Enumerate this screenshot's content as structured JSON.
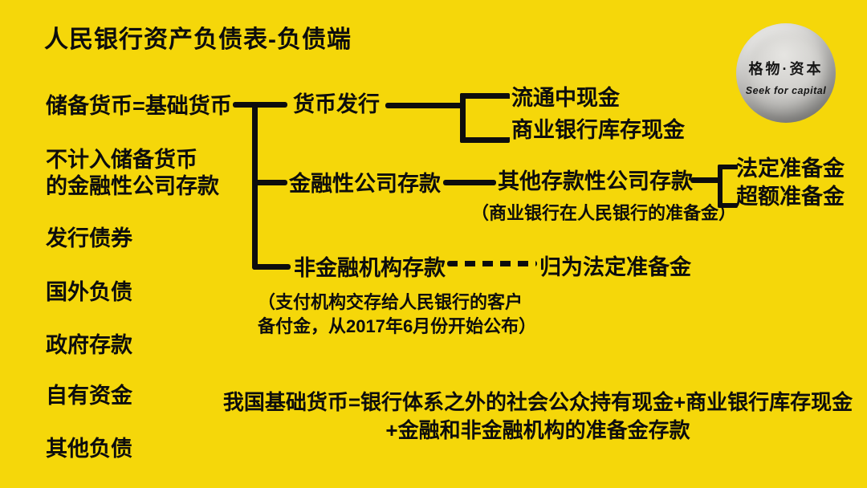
{
  "title": "人民银行资产负债表-负债端",
  "logo": {
    "brand": "格物·资本",
    "tagline": "Seek for capital"
  },
  "liabilities_list": {
    "reserve_money": "储备货币=基础货币",
    "excluded_deposits_line1": "不计入储备货币",
    "excluded_deposits_line2": "的金融性公司存款",
    "bonds_issued": "发行债券",
    "foreign_liabilities": "国外负债",
    "government_deposits": "政府存款",
    "own_capital": "自有资金",
    "other_liabilities": "其他负债"
  },
  "tree": {
    "currency_issuance": "货币发行",
    "cash_in_circulation": "流通中现金",
    "bank_vault_cash": "商业银行库存现金",
    "financial_corp_deposits": "金融性公司存款",
    "other_depository_corp_deposits": "其他存款性公司存款",
    "required_reserves": "法定准备金",
    "excess_reserves": "超额准备金",
    "reserves_note": "（商业银行在人民银行的准备金）",
    "nonfinancial_inst_deposits": "非金融机构存款",
    "classified_as_required_reserves": "归为法定准备金",
    "nonfinancial_note_line1": "（支付机构交存给人民银行的客户",
    "nonfinancial_note_line2": "备付金，从2017年6月份开始公布）"
  },
  "summary": {
    "line1": "我国基础货币=银行体系之外的社会公众持有现金+商业银行库存现金",
    "line2": "+金融和非金融机构的准备金存款"
  },
  "colors": {
    "background": "#F5D70A",
    "text": "#0d0d0d",
    "logo_sphere": "#c9c8c5"
  }
}
